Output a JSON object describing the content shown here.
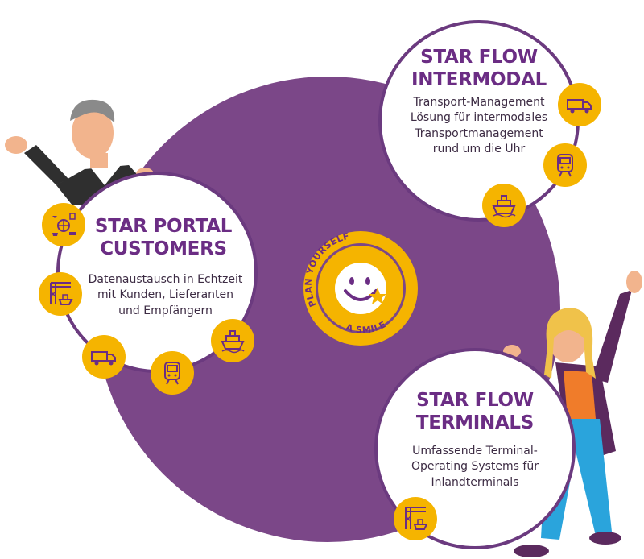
{
  "colors": {
    "purple": "#7b4788",
    "purple_dark": "#6b2d84",
    "gold": "#f5b400"
  },
  "intermodal": {
    "title_line1": "STAR FLOW",
    "title_line2": "INTERMODAL",
    "text_line1": "Transport-Management",
    "text_line2": "Lösung für intermodales",
    "text_line3": "Transportmanagement",
    "text_line4": "rund um die Uhr",
    "icons": [
      "truck-icon",
      "train-icon",
      "ship-icon"
    ]
  },
  "portal": {
    "title_line1": "STAR PORTAL",
    "title_line2": "CUSTOMERS",
    "text_line1": "Datenaustausch in Echtzeit",
    "text_line2": "mit Kunden, Lieferanten",
    "text_line3": "und Empfängern",
    "icons": [
      "logistics-globe-icon",
      "port-crane-icon",
      "truck-icon",
      "train-icon",
      "ship-icon"
    ]
  },
  "terminals": {
    "title_line1": "STAR FLOW",
    "title_line2": "TERMINALS",
    "text_line1": "Umfassende Terminal-",
    "text_line2": "Operating Systems für",
    "text_line3": "Inlandterminals",
    "icons": [
      "port-crane-icon"
    ]
  },
  "center": {
    "top_text": "PLAN YOURSELF",
    "bottom_text": "A SMILE",
    "icon": "smiley-star-icon"
  }
}
